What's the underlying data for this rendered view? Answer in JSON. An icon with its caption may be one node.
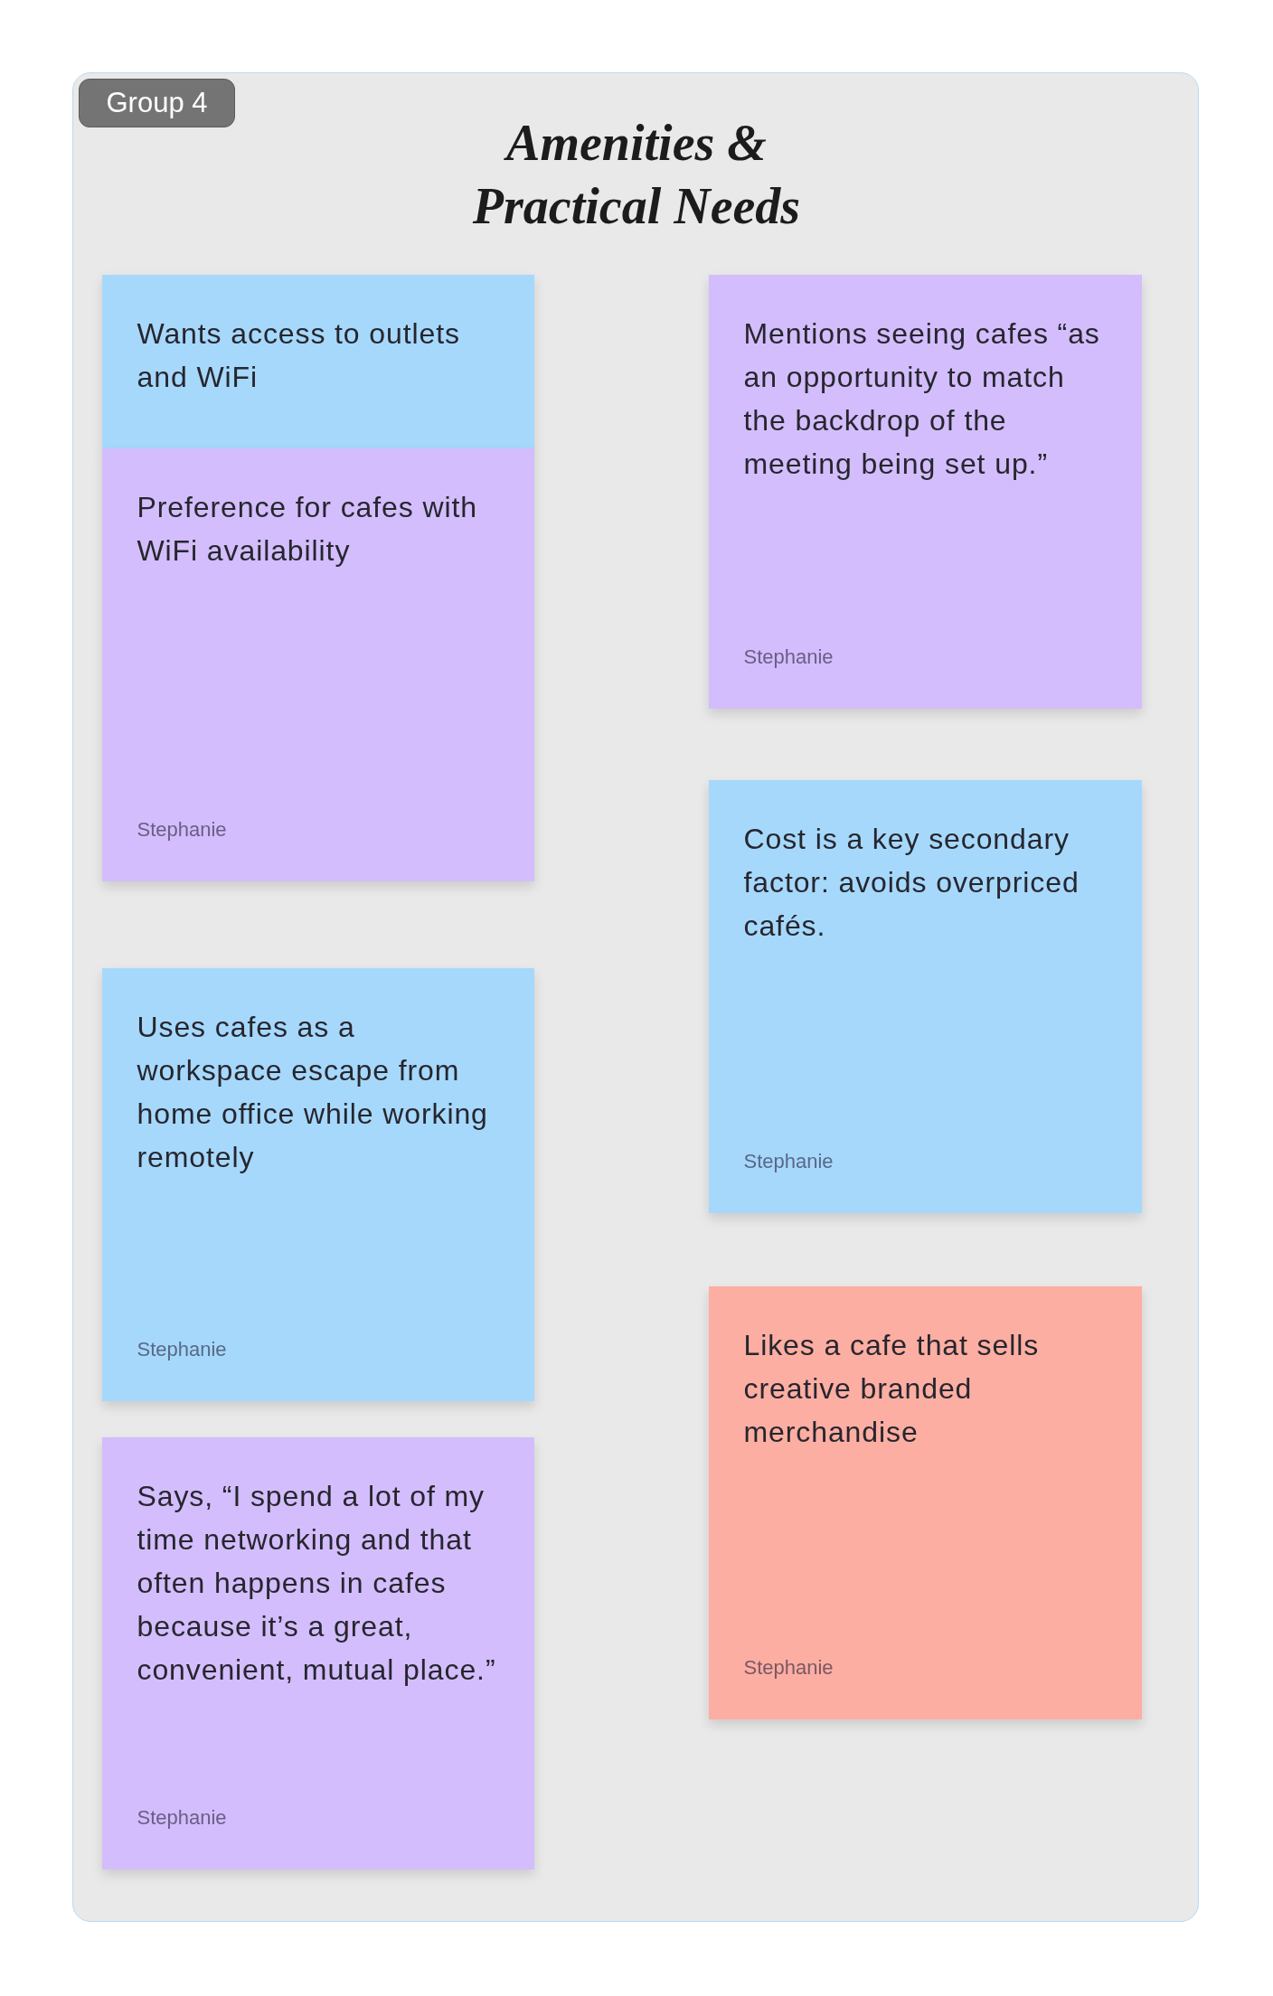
{
  "diagram": {
    "title": "Amenities & Practical Needs",
    "nodes": [
      {
        "text": [
          "Group 4"
        ]
      },
      {
        "text": [
          "Wants access to outlets and WiFi"
        ],
        "in": 0
      },
      {
        "text": [
          "Preference for cafes with WiFi availability",
          "Stephanie"
        ],
        "in": 0
      },
      {
        "text": [
          "Uses cafes as a workspace escape from home office while working remotely",
          "Stephanie"
        ],
        "in": 0
      },
      {
        "text": [
          "Says, “I spend a lot of my time networking and that often happens in cafes because it’s a great, convenient, mutual place.”",
          "Stephanie"
        ],
        "in": 0
      },
      {
        "text": [
          "Mentions seeing cafes “as an opportunity to match the backdrop of the meeting being set up.”",
          "Stephanie"
        ],
        "in": 0
      },
      {
        "text": [
          "Cost is a key secondary factor: avoids overpriced cafés.",
          "Stephanie"
        ],
        "in": 0
      },
      {
        "text": [
          "Likes a cafe that sells creative branded merchandise",
          "Stephanie"
        ],
        "in": 0
      }
    ]
  }
}
